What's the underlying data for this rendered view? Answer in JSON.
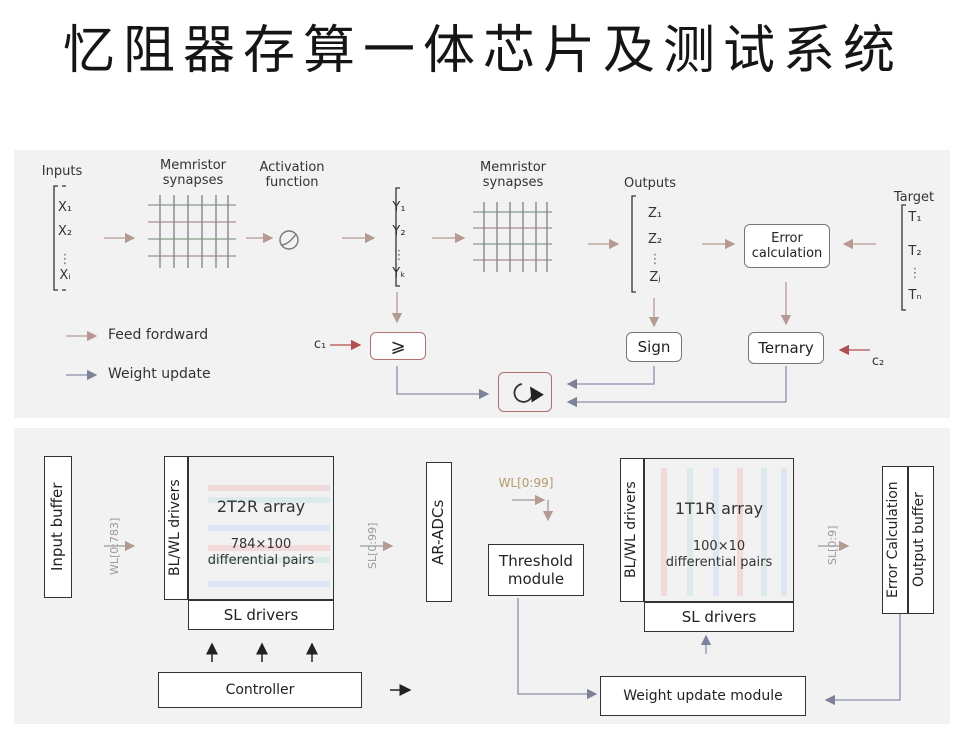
{
  "title": "忆阻器存算一体芯片及测试系统",
  "top": {
    "inputs_label": "Inputs",
    "x1": "X₁",
    "x2": "X₂",
    "xi": "Xᵢ",
    "synapses1_label": "Memristor synapses",
    "activation_label": "Activation function",
    "y1": "Y₁",
    "y2": "Y₂",
    "yk": "Yₖ",
    "synapses2_label": "Memristor synapses",
    "outputs_label": "Outputs",
    "z1": "Z₁",
    "z2": "Z₂",
    "zj": "Zⱼ",
    "error_calc": "Error calculation",
    "target_label": "Target",
    "t1": "T₁",
    "t2": "T₂",
    "tn": "Tₙ",
    "c1": "c₁",
    "c2": "c₂",
    "geq_symbol": "⩾",
    "sign_label": "Sign",
    "ternary_label": "Ternary",
    "legend_ff": "Feed fordward",
    "legend_wu": "Weight update",
    "arrow_ff_color": "#c9a8a0",
    "arrow_wu_color": "#8a8fa8"
  },
  "bottom": {
    "input_buffer": "Input buffer",
    "wl_in": "WL[0:783]",
    "blwl1": "BL/WL drivers",
    "array1_title": "2T2R array",
    "array1_size": "784×100",
    "array1_sub": "differential pairs",
    "sl1": "SL drivers",
    "sl_bus": "SL[0:99]",
    "adc": "AR-ADCs",
    "wl_mid": "WL[0:99]",
    "threshold": "Threshold module",
    "blwl2": "BL/WL drivers",
    "array2_title": "1T1R array",
    "array2_size": "100×10",
    "array2_sub": "differential pairs",
    "sl2": "SL drivers",
    "sl_out": "SL[0:9]",
    "error_calc": "Error Calculation",
    "output_buffer": "Output buffer",
    "controller": "Controller",
    "weight_update": "Weight update module"
  }
}
